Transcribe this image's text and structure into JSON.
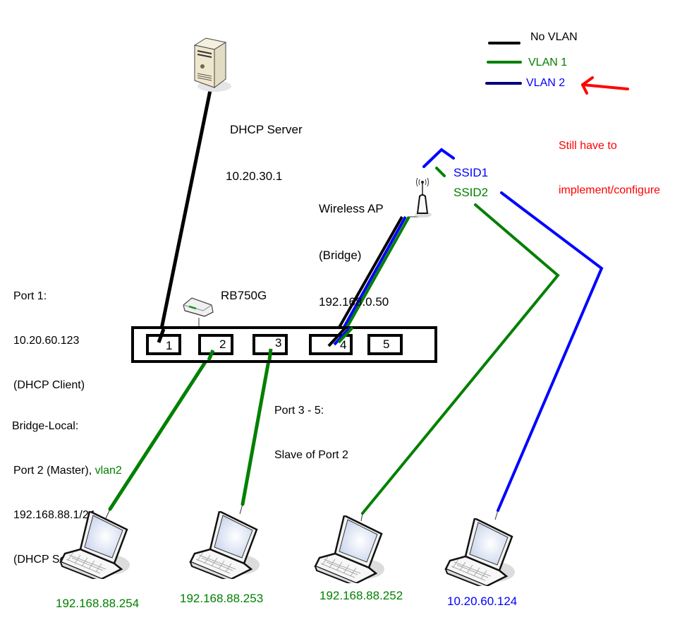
{
  "legend": {
    "items": [
      {
        "label": "No VLAN",
        "color": "#000000"
      },
      {
        "label": "VLAN 1",
        "color": "#008000"
      },
      {
        "label": "VLAN 2",
        "color": "#000080",
        "text_color": "#0000ff"
      }
    ],
    "note_lines": [
      "Still have to",
      "implement/configure"
    ],
    "note_color": "#ff0000"
  },
  "dhcp_server": {
    "lines": [
      "DHCP Server",
      "10.20.30.1"
    ]
  },
  "wireless_ap": {
    "lines": [
      "Wireless AP",
      "(Bridge)",
      "192.168.0.50"
    ]
  },
  "ssids": [
    {
      "label": "SSID1",
      "color": "#0000ff"
    },
    {
      "label": "SSID2",
      "color": "#008000"
    }
  ],
  "port1_info": {
    "lines": [
      "Port 1:",
      "10.20.60.123",
      "(DHCP Client)"
    ]
  },
  "router": {
    "label": "RB750G"
  },
  "switch": {
    "ports": [
      "1",
      "2",
      "3",
      "4",
      "5"
    ]
  },
  "slave_info": {
    "lines": [
      "Port 3 - 5:",
      "Slave of Port 2"
    ]
  },
  "bridge_local": {
    "title": "Bridge-Local:",
    "line1_prefix": "Port 2 (Master), ",
    "line1_vlan": "vlan2",
    "line2": "192.168.88.1/24",
    "line3": "(DHCP Server)"
  },
  "clients": [
    {
      "ip": "192.168.88.254",
      "color": "#008000"
    },
    {
      "ip": "192.168.88.253",
      "color": "#008000"
    },
    {
      "ip": "192.168.88.252",
      "color": "#008000"
    },
    {
      "ip": "10.20.60.124",
      "color": "#0000ff"
    }
  ],
  "colors": {
    "no_vlan": "#000000",
    "vlan1": "#008000",
    "vlan2": "#0000ff",
    "alert": "#ff0000"
  }
}
